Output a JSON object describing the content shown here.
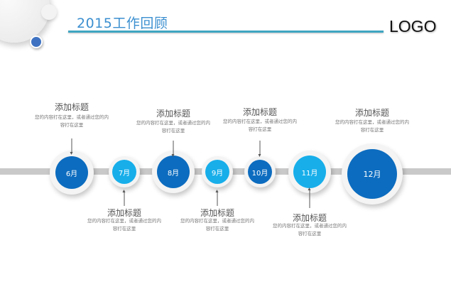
{
  "header": {
    "title": "2015工作回顾",
    "logo": "LOGO"
  },
  "colors": {
    "dark": "#0c6cbf",
    "light": "#17aeea",
    "rule": "#3fa5c2"
  },
  "timeline": [
    {
      "month": "6月",
      "title": "添加标题",
      "desc": "您的内容打在这里，或者通过您的内容打在这里"
    },
    {
      "month": "7月",
      "title": "添加标题",
      "desc": "您的内容打在这里，或者通过您的内容打在这里"
    },
    {
      "month": "8月",
      "title": "添加标题",
      "desc": "您的内容打在这里，或者通过您的内容打在这里"
    },
    {
      "month": "9月",
      "title": "添加标题",
      "desc": "您的内容打在这里，或者通过您的内容打在这里"
    },
    {
      "month": "10月",
      "title": "添加标题",
      "desc": "您的内容打在这里，或者通过您的内容打在这里"
    },
    {
      "month": "11月",
      "title": "添加标题",
      "desc": "您的内容打在这里，或者通过您的内容打在这里"
    },
    {
      "month": "12月",
      "title": "添加标题",
      "desc": "您的内容打在这里，或者通过您的内容打在这里"
    }
  ]
}
